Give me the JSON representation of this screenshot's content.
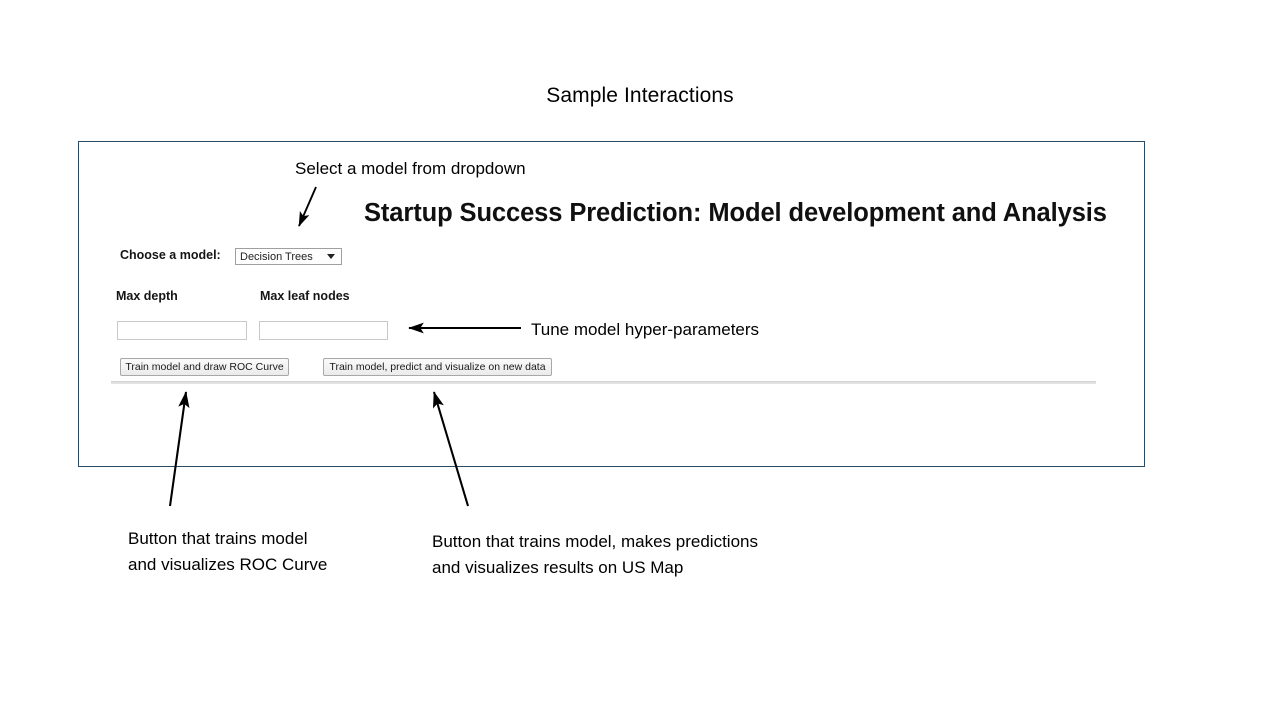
{
  "slide": {
    "title": "Sample Interactions"
  },
  "app": {
    "heading": "Startup Success Prediction: Model development and Analysis",
    "choose_model_label": "Choose a model:",
    "model_select": {
      "value": "Decision Trees",
      "caret_icon": "chevron-down-icon"
    },
    "fields": [
      {
        "label": "Max depth",
        "value": "",
        "placeholder": ""
      },
      {
        "label": "Max leaf nodes",
        "value": "",
        "placeholder": ""
      }
    ],
    "buttons": [
      {
        "label": "Train model and draw ROC Curve"
      },
      {
        "label": "Train model, predict and visualize on new data"
      }
    ]
  },
  "annotations": {
    "dropdown": "Select a model from dropdown",
    "tune": "Tune model hyper-parameters",
    "roc_button": "Button that trains model\nand visualizes ROC Curve",
    "usmap_button": "Button that trains model, makes predictions\nand visualizes results on US Map"
  },
  "colors": {
    "frame_border": "#2b4a63",
    "annotation_arrow": "#000000",
    "text": "#000000",
    "rule": "#e2e2e2"
  }
}
